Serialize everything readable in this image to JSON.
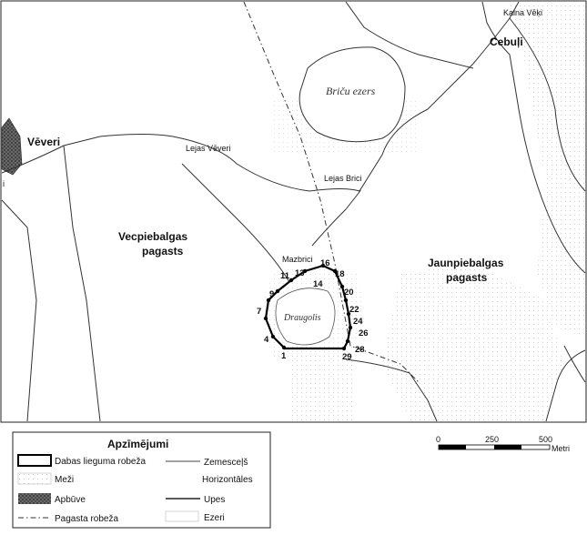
{
  "map": {
    "places": {
      "kalna_vek": "Kalna Vēķi",
      "cebuli": "Cebuļi",
      "bricu_ezers": "Briču ezers",
      "veveri": "Vēveri",
      "lejas_veveri": "Lejas Vēveri",
      "lejas_brici": "Lejas Brici",
      "vec_1": "Vecpiebalgas",
      "vec_2": "pagasts",
      "jaun_1": "Jaunpiebalgas",
      "jaun_2": "pagasts",
      "mazbrici": "Mazbrici",
      "draugolis": "Draugolis",
      "edge_i": "i"
    },
    "points": [
      "1",
      "4",
      "7",
      "9",
      "11",
      "13",
      "14",
      "16",
      "18",
      "20",
      "22",
      "24",
      "26",
      "28",
      "29"
    ]
  },
  "scale": {
    "ticks": [
      "0",
      "250",
      "500"
    ],
    "unit": "Metri"
  },
  "legend": {
    "title": "Apzīmējumi",
    "items": {
      "boundary": "Dabas lieguma robeža",
      "forest": "Meži",
      "built": "Apbūve",
      "parish": "Pagasta robeža",
      "road": "Zemesceļš",
      "contours": "Horizontāles",
      "rivers": "Upes",
      "lakes": "Ezeri"
    }
  },
  "colors": {
    "line": "#222222",
    "forest_dots": "#bbbbbb",
    "built": "#444444"
  }
}
